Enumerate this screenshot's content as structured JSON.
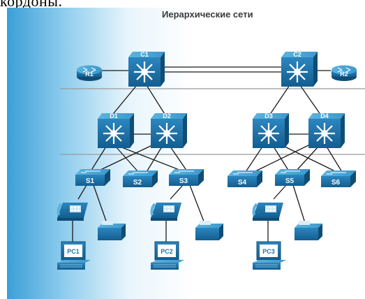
{
  "header_fragment": "кордоны.",
  "diagram": {
    "title": "Иерархические сети",
    "routers": [
      {
        "id": "r1",
        "label": "R1"
      },
      {
        "id": "r2",
        "label": "R2"
      }
    ],
    "core": [
      {
        "id": "c1",
        "label": "C1"
      },
      {
        "id": "c2",
        "label": "C2"
      }
    ],
    "distribution": [
      {
        "id": "d1",
        "label": "D1"
      },
      {
        "id": "d2",
        "label": "D2"
      },
      {
        "id": "d3",
        "label": "D3"
      },
      {
        "id": "d4",
        "label": "D4"
      }
    ],
    "access": [
      {
        "id": "s1",
        "label": "S1"
      },
      {
        "id": "s2",
        "label": "S2"
      },
      {
        "id": "s3",
        "label": "S3"
      },
      {
        "id": "s4",
        "label": "S4"
      },
      {
        "id": "s5",
        "label": "S5"
      },
      {
        "id": "s6",
        "label": "S6"
      }
    ],
    "pcs": [
      {
        "id": "pc1",
        "label": "PC1"
      },
      {
        "id": "pc2",
        "label": "PC2"
      },
      {
        "id": "pc3",
        "label": "PC3"
      }
    ],
    "phones": [
      "phone-1",
      "phone-2",
      "phone-3"
    ],
    "printers": [
      "printer-1",
      "printer-2",
      "printer-3"
    ],
    "colors": {
      "device": "#1f74a8",
      "device_dark": "#0f4d76",
      "device_top": "#4fa9d6",
      "link": "#1a1a1a",
      "divider": "#9a9a9a"
    }
  }
}
